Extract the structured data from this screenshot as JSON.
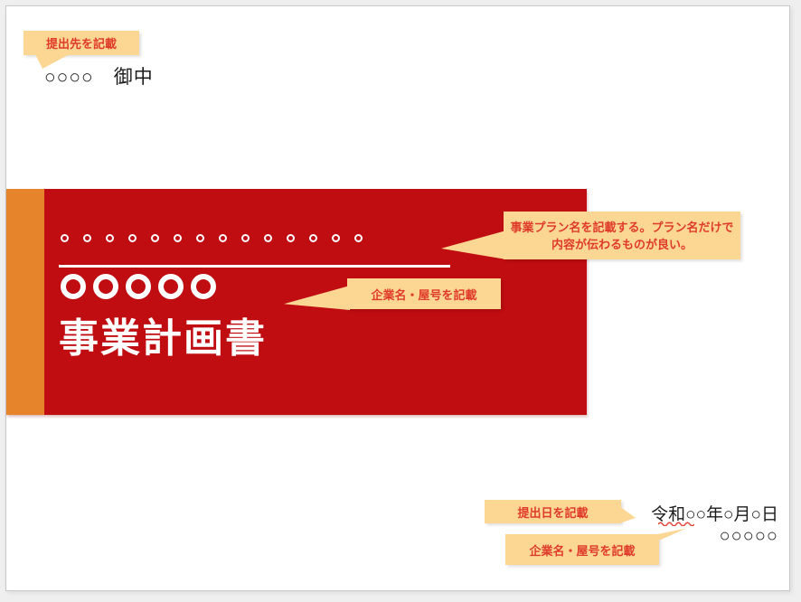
{
  "slide": {
    "recipient_line": "○○○○　御中",
    "banner": {
      "deco_circle_count": 14,
      "title_circle_count": 5,
      "title": "事業計画書"
    },
    "footer": {
      "date_line": "令和○○年○月○日",
      "company_line": "○○○○○"
    }
  },
  "callouts": {
    "recipient": {
      "label": "提出先を記載"
    },
    "plan_name": {
      "line1": "事業プラン名を記載する。プラン名だけで",
      "line2": "内容が伝わるものが良い。"
    },
    "company_banner": {
      "label": "企業名・屋号を記載"
    },
    "submission_date": {
      "label": "提出日を記載"
    },
    "company_footer": {
      "label": "企業名・屋号を記載"
    }
  },
  "colors": {
    "banner_red": "#c00d12",
    "banner_orange": "#e5842b",
    "callout_bg": "#fcd793",
    "callout_text": "#df3b2a",
    "page_bg": "#efefef",
    "slide_bg": "#ffffff",
    "text_dark": "#1c1c1c"
  }
}
